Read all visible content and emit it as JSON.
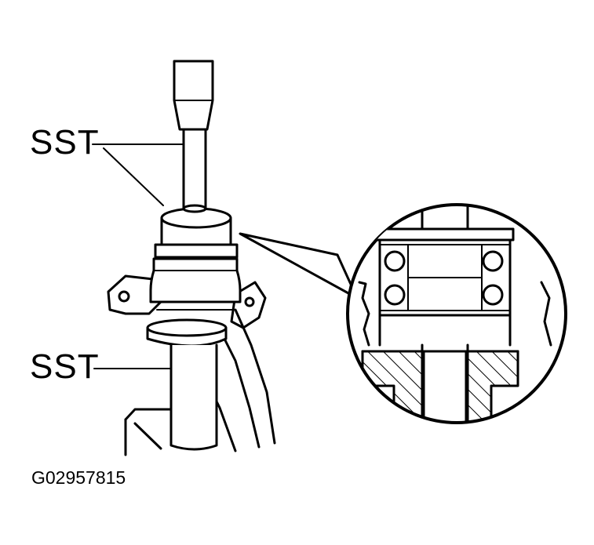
{
  "labels": {
    "sst_top": "SST",
    "sst_bottom": "SST",
    "figure_id": "G02957815"
  },
  "colors": {
    "ink": "#000000",
    "paper": "#ffffff"
  }
}
